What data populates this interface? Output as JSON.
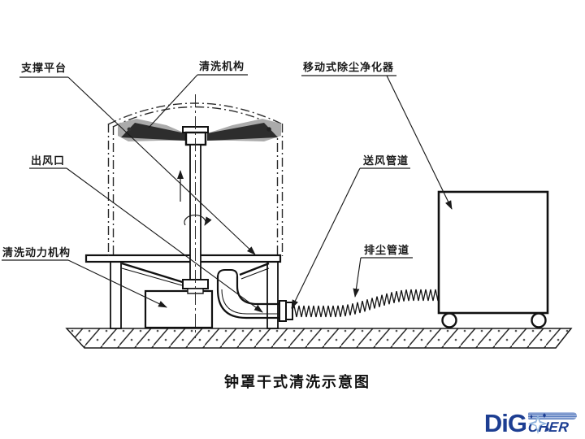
{
  "diagram": {
    "caption": "钟罩干式清洗示意图",
    "labels": {
      "support_platform": "支撑平台",
      "cleaning_mechanism": "清洗机构",
      "mobile_dust_purifier": "移动式除尘净化器",
      "air_outlet": "出风口",
      "air_supply_duct": "送风管道",
      "dust_exhaust_duct": "排尘管道",
      "cleaning_power_unit": "清洗动力机构"
    }
  },
  "branding": {
    "logo_primary": "DiG",
    "logo_secondary": "CHER"
  },
  "colors": {
    "ink": "#1a1a1a",
    "logo_navy": "#1d3e92",
    "logo_light_blue": "#8fb3dc"
  }
}
